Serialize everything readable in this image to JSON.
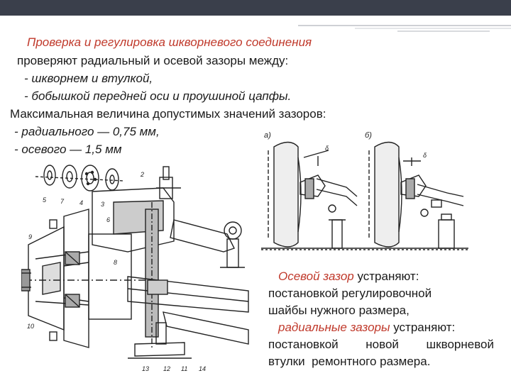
{
  "slide": {
    "title": "Проверка и регулировка шкворневого соединения",
    "intro": "проверяют радиальный и осевой зазоры между:",
    "bullet_1": "- шкворнем и втулкой,",
    "bullet_2": "- бобышкой передней оси и проушиной цапфы.",
    "max_heading": "Максимальная величина допустимых значений зазоров:",
    "radial": "- радиального — 0,75 мм,",
    "axial": "- осевого — 1,5 мм",
    "figure_label_a": "а)",
    "figure_label_b": "б)",
    "note": {
      "axial_term": "Осевой зазор",
      "axial_action": " устраняют:",
      "axial_line_2": "постановкой регулировочной",
      "axial_line_3": "шайбы нужного размера,",
      "radial_term": "радиальные зазоры",
      "radial_action": " устраняют:",
      "radial_line_2": [
        "постановкой",
        "новой",
        "шкворневой"
      ],
      "radial_line_3": [
        "втулки",
        "ремонтного размера."
      ]
    }
  },
  "colors": {
    "accent": "#c0392b",
    "top_bar": "#3a3f4b",
    "drawing": "#222222"
  }
}
